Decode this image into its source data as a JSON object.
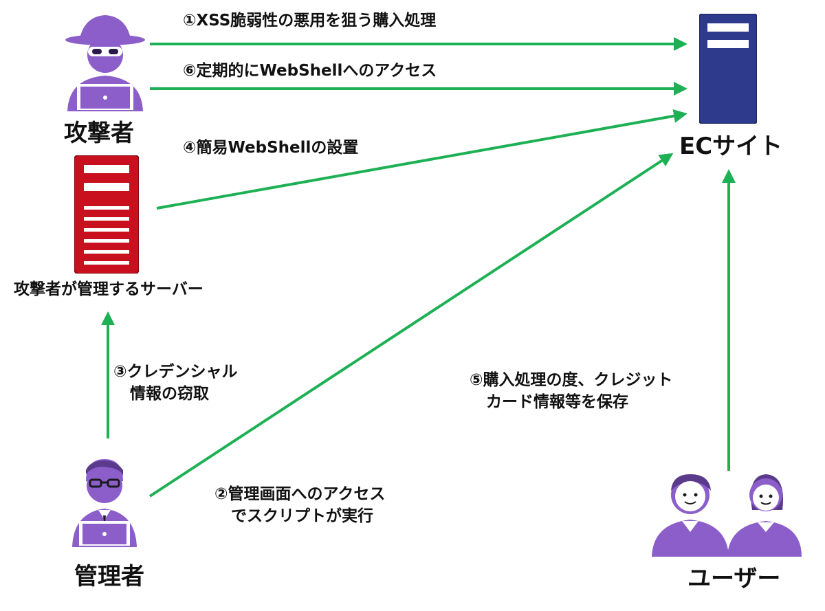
{
  "colors": {
    "arrow": "#1db054",
    "person": "#8b5ec9",
    "attacker_server": "#c8101e",
    "ec_server": "#2e3a8c"
  },
  "nodes": {
    "attacker": {
      "label": "攻撃者",
      "icon": "hacker-icon"
    },
    "attacker_server": {
      "label": "攻撃者が管理するサーバー",
      "icon": "server-icon"
    },
    "ec_site": {
      "label": "ECサイト",
      "icon": "server-icon"
    },
    "admin": {
      "label": "管理者",
      "icon": "admin-person-icon"
    },
    "user": {
      "label": "ユーザー",
      "icon": "users-icon"
    }
  },
  "edges": {
    "e1": {
      "label": "①XSS脆弱性の悪用を狙う購入処理"
    },
    "e2": {
      "line1": "②管理画面へのアクセス",
      "line2": "でスクリプトが実行"
    },
    "e3": {
      "line1": "③クレデンシャル",
      "line2": "情報の窃取"
    },
    "e4": {
      "label": "④簡易WebShellの設置"
    },
    "e5": {
      "line1": "⑤購入処理の度、クレジット",
      "line2": "カード情報等を保存"
    },
    "e6": {
      "label": "⑥定期的にWebShellへのアクセス"
    }
  }
}
